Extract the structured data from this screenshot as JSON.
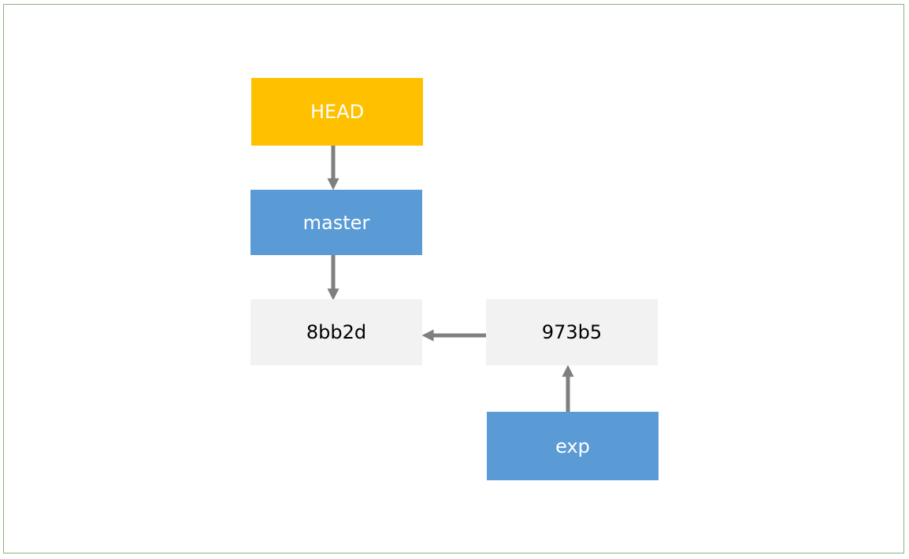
{
  "nodes": {
    "head": {
      "label": "HEAD",
      "color": "#ffc000",
      "text_color": "#ffffff"
    },
    "master": {
      "label": "master",
      "color": "#5b9bd5",
      "text_color": "#ffffff"
    },
    "commit_8bb2d": {
      "label": "8bb2d",
      "color": "#f2f2f2",
      "text_color": "#000000"
    },
    "commit_973b5": {
      "label": "973b5",
      "color": "#f2f2f2",
      "text_color": "#000000"
    },
    "exp": {
      "label": "exp",
      "color": "#5b9bd5",
      "text_color": "#ffffff"
    }
  },
  "edges": [
    {
      "from": "head",
      "to": "master"
    },
    {
      "from": "master",
      "to": "commit_8bb2d"
    },
    {
      "from": "commit_973b5",
      "to": "commit_8bb2d"
    },
    {
      "from": "exp",
      "to": "commit_973b5"
    }
  ],
  "colors": {
    "arrow": "#7f7f7f",
    "frame_border": "#8fb27a"
  }
}
